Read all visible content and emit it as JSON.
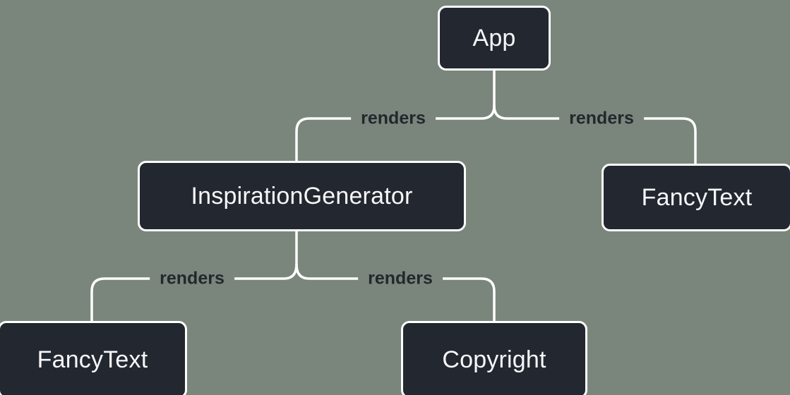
{
  "diagram": {
    "kind": "component-render-tree",
    "colors": {
      "background": "#7A867B",
      "node_fill": "#23272F",
      "node_border": "#FFFFFF",
      "node_text": "#F6F7F9",
      "line": "#FFFFFF",
      "edge_label_text": "#23272F"
    },
    "nodes": [
      {
        "id": "app",
        "label": "App"
      },
      {
        "id": "inspiration-generator",
        "label": "InspirationGenerator"
      },
      {
        "id": "fancy-text-right",
        "label": "FancyText"
      },
      {
        "id": "fancy-text-left",
        "label": "FancyText"
      },
      {
        "id": "copyright",
        "label": "Copyright"
      }
    ],
    "edges": [
      {
        "from": "App",
        "to": "InspirationGenerator",
        "label": "renders"
      },
      {
        "from": "App",
        "to": "FancyText",
        "label": "renders"
      },
      {
        "from": "InspirationGenerator",
        "to": "FancyText",
        "label": "renders"
      },
      {
        "from": "InspirationGenerator",
        "to": "Copyright",
        "label": "renders"
      }
    ]
  }
}
